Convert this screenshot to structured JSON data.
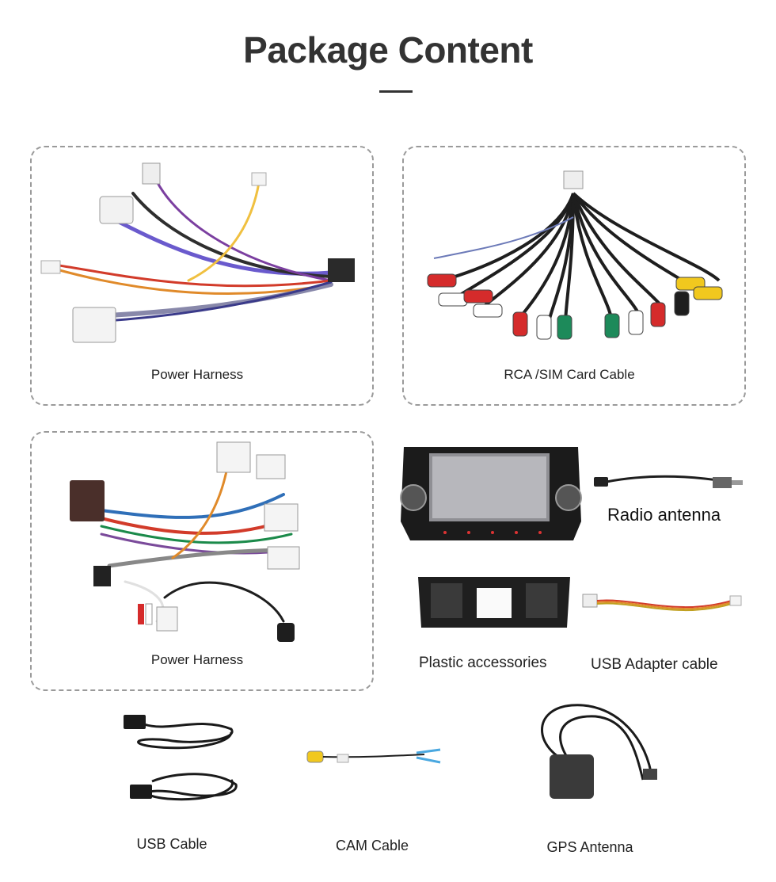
{
  "page": {
    "title": "Package Content"
  },
  "items": {
    "power_harness_1": "Power Harness",
    "rca_sim": "RCA /SIM Card Cable",
    "power_harness_2": "Power Harness",
    "radio_antenna": "Radio antenna",
    "plastic_accessories": "Plastic accessories",
    "usb_adapter": "USB Adapter cable",
    "usb_cable": "USB Cable",
    "cam_cable": "CAM Cable",
    "gps_antenna": "GPS Antenna"
  }
}
